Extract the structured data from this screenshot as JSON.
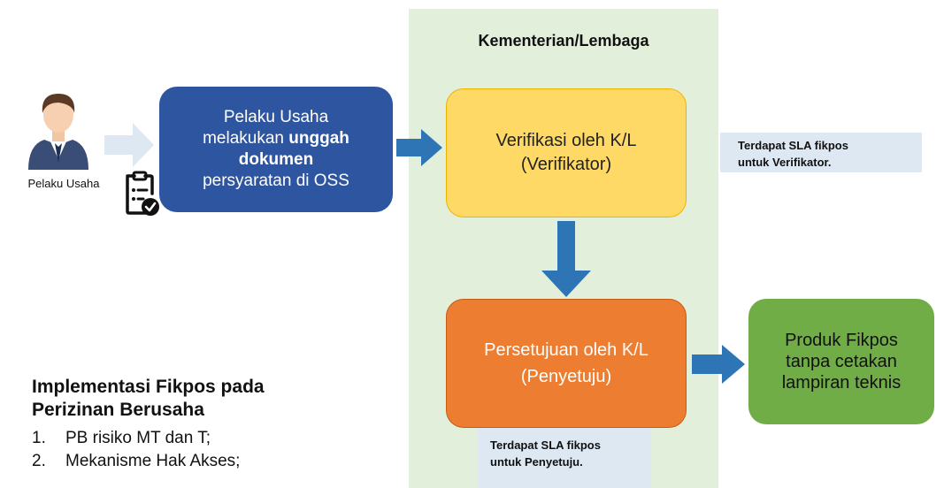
{
  "panel": {
    "title": "Kementerian/Lembaga"
  },
  "actor": {
    "label": "Pelaku Usaha",
    "icon": "user-avatar-icon",
    "doc_icon": "document-check-icon"
  },
  "upload_box": {
    "line1": "Pelaku Usaha",
    "line2_pre": "melakukan ",
    "line2_bold": "unggah",
    "line3_bold": "dokumen",
    "line4": "persyaratan di OSS",
    "color": "#2e55a0"
  },
  "verification_box": {
    "line1": "Verifikasi oleh K/L",
    "line2": "(Verifikator)",
    "color": "#ffd966"
  },
  "approval_box": {
    "line1": "Persetujuan oleh K/L",
    "line2": "(Penyetuju)",
    "color": "#ed7d31"
  },
  "product_box": {
    "line1": "Produk Fikpos",
    "line2": "tanpa cetakan",
    "line3": "lampiran teknis",
    "color": "#70ad47"
  },
  "notes": {
    "verifier_line1": "Terdapat SLA fikpos",
    "verifier_line2": "untuk Verifikator.",
    "approver_line1": "Terdapat SLA fikpos",
    "approver_line2": "untuk Penyetuju."
  },
  "implementation": {
    "title_line1": "Implementasi Fikpos pada",
    "title_line2": "Perizinan Berusaha",
    "items": [
      {
        "num": "1.",
        "text": "PB risiko MT dan T;"
      },
      {
        "num": "2.",
        "text": "Mekanisme Hak Akses;"
      }
    ]
  },
  "colors": {
    "panel_bg": "#e2efda",
    "arrow": "#2e75b6",
    "light_arrow": "#dde8f3"
  }
}
